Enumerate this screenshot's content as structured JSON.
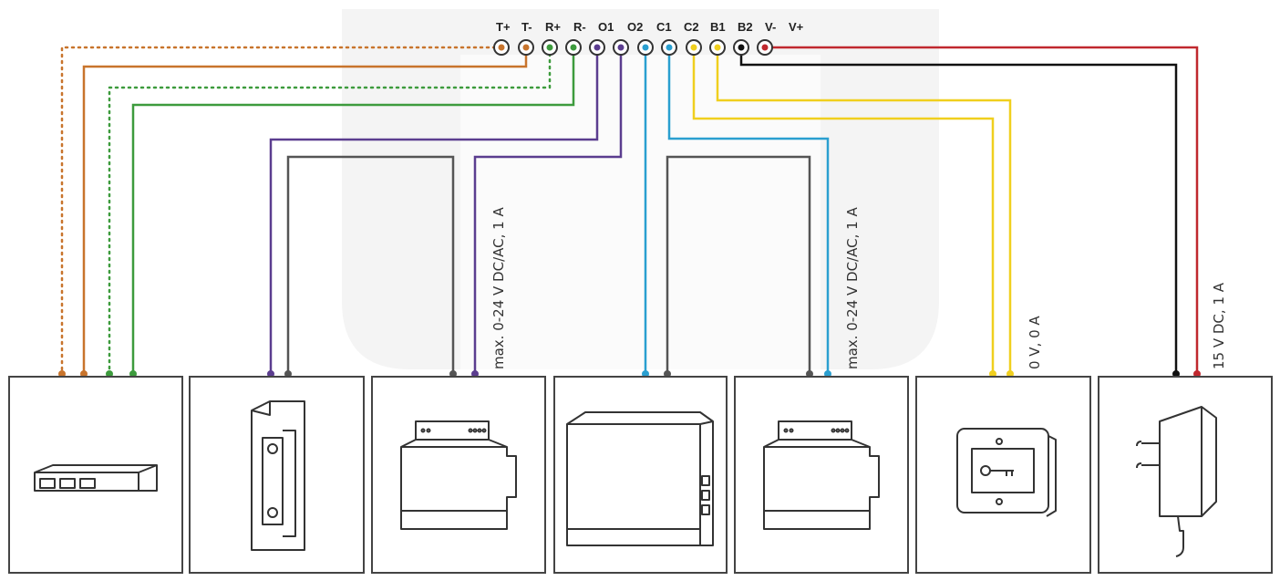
{
  "terminals": {
    "t_plus": "T+",
    "t_minus": "T-",
    "r_plus": "R+",
    "r_minus": "R-",
    "o1": "O1",
    "o2": "O2",
    "c1": "C1",
    "c2": "C2",
    "b1": "B1",
    "b2": "B2",
    "v_minus": "V-",
    "v_plus": "V+"
  },
  "specs": {
    "relay_a": "max. 0-24 V DC/AC, 1 A",
    "relay_b": "max. 0-24 V DC/AC, 1 A",
    "button": "0 V, 0 A",
    "power": "15 V DC, 1 A"
  },
  "colors": {
    "orange": "#c8742c",
    "green": "#3d9b3d",
    "purple": "#5b3d8f",
    "blue": "#2a9fd0",
    "yellow": "#f0cf1e",
    "black": "#111111",
    "red": "#c0282e",
    "gray": "#555555"
  },
  "icons": [
    "network-switch-icon",
    "door-strike-icon",
    "din-relay-icon",
    "control-unit-icon",
    "din-relay-icon",
    "key-button-icon",
    "power-adapter-icon"
  ]
}
